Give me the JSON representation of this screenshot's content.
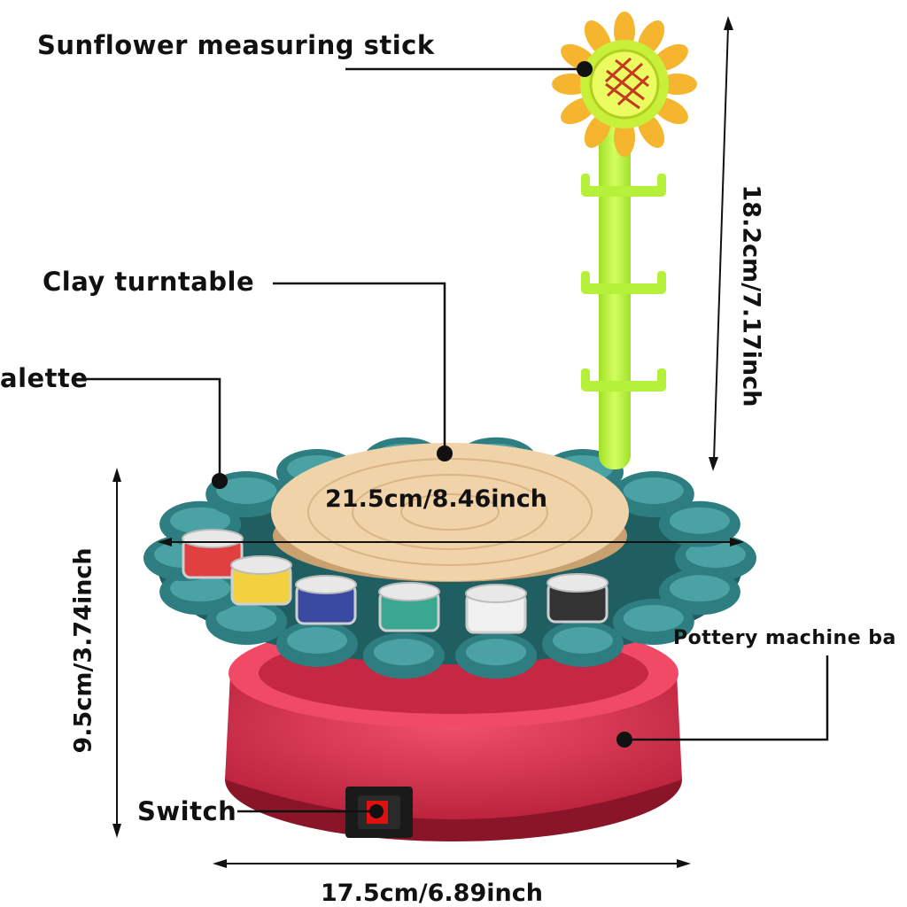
{
  "labels": {
    "sunflower": "Sunflower measuring stick",
    "turntable": "Clay turntable",
    "palette": "alette",
    "base": "Pottery machine ba",
    "switch": "Switch"
  },
  "dimensions": {
    "stick_height": "18.2cm/7.17inch",
    "palette_width": "21.5cm/8.46inch",
    "base_height": "9.5cm/3.74inch",
    "base_width": "17.5cm/6.89inch"
  },
  "colors": {
    "base_red": "#e0304e",
    "palette_teal": "#2e7d80",
    "turntable_tan": "#f0d3a8",
    "stick_green": "#b5f03a",
    "petal_yellow": "#f5b52e",
    "paint_colors": [
      "#e04040",
      "#f2d040",
      "#3a4aa0",
      "#3aa890",
      "#f0f0f0",
      "#333333"
    ]
  }
}
